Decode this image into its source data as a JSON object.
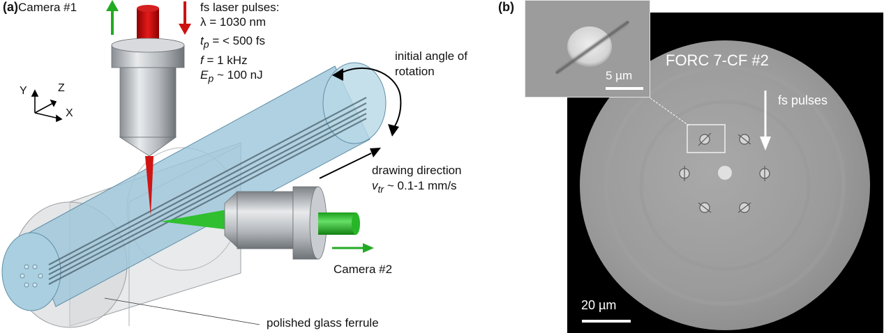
{
  "figure": {
    "panel_a": {
      "label": "(a)",
      "camera1": "Camera #1",
      "camera2": "Camera #2",
      "laser_title": "fs laser pulses:",
      "laser_params": [
        {
          "sym": "λ",
          "sub": "",
          "rest": " = 1030 nm"
        },
        {
          "sym": "t",
          "sub": "p",
          "rest": " = < 500 fs"
        },
        {
          "sym": "f",
          "sub": "",
          "rest": " = 1 kHz"
        },
        {
          "sym": "E",
          "sub": "p",
          "rest": " ~ 100 nJ"
        }
      ],
      "rotation_label": [
        "initial angle of",
        "rotation"
      ],
      "drawing_label": "drawing direction",
      "velocity": {
        "sym": "v",
        "sub": "tr",
        "rest": " ~ 0.1-1 mm/s"
      },
      "ferrule_label": "polished glass ferrule",
      "axes": {
        "y": "Y",
        "z": "Z",
        "x": "X"
      }
    },
    "panel_b": {
      "label": "(b)",
      "sample_name": "FORC 7-CF #2",
      "pulse_label": "fs pulses",
      "inset_scale": "5 µm",
      "main_scale": "20 µm"
    },
    "colors": {
      "laser_red": "#cc1111",
      "camera_green": "#22aa22",
      "fiber_blue": "#8fbfd6",
      "background": "#ffffff"
    }
  }
}
